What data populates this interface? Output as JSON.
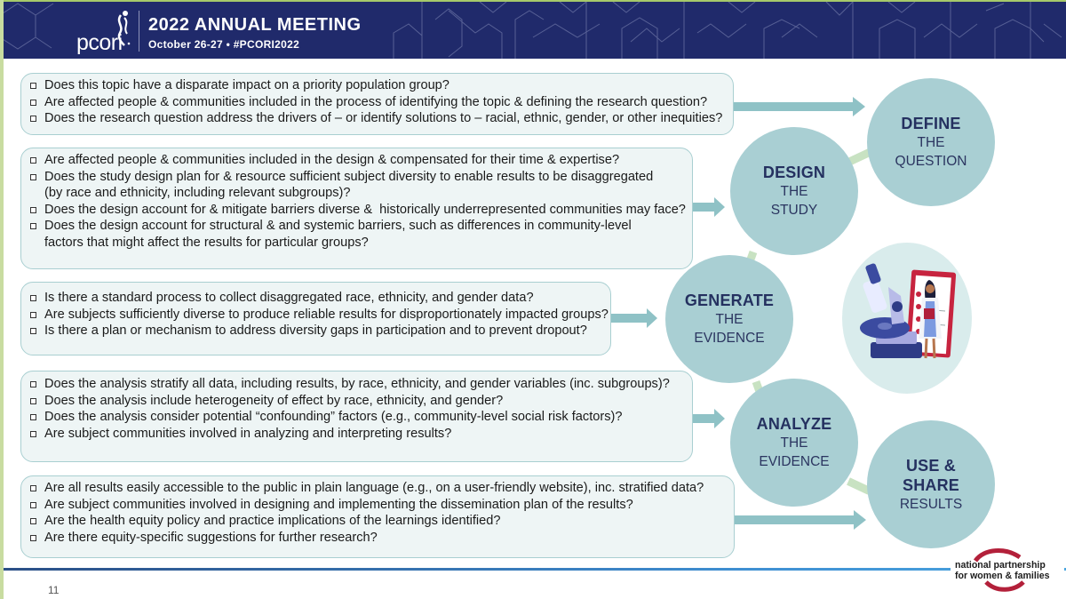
{
  "header": {
    "brand": "pcori",
    "title": "2022 ANNUAL MEETING",
    "subtitle": "October 26-27 • #PCORI2022",
    "bg_color": "#202a6b",
    "accent_color": "#a6c96a"
  },
  "sections": [
    {
      "stage": "define",
      "items": [
        "Does this topic have a disparate impact on a priority population group?",
        "Are affected people & communities included in the process of identifying the topic & defining the research question?",
        "Does the research question address the drivers of – or identify solutions to – racial, ethnic, gender, or other inequities?"
      ]
    },
    {
      "stage": "design",
      "items": [
        "Are affected people & communities included in the design & compensated for their time & expertise?",
        "Does the study design plan for & resource sufficient subject diversity to enable results to be disaggregated\n(by race and ethnicity, including relevant subgroups)?",
        "Does the design account for & mitigate barriers diverse &  historically underrepresented communities may face?",
        "Does the design account for structural & and systemic barriers, such as differences in community-level\nfactors that might affect the results for particular groups?"
      ]
    },
    {
      "stage": "generate",
      "items": [
        "Is there a standard process to collect disaggregated race, ethnicity, and gender data?",
        "Are subjects sufficiently diverse to produce reliable results for disproportionately impacted groups?",
        "Is there a plan or mechanism to address diversity gaps in participation and to prevent dropout?"
      ]
    },
    {
      "stage": "analyze",
      "items": [
        "Does the analysis stratify all data, including results, by race, ethnicity, and gender variables (inc. subgroups)?",
        "Does the analysis include heterogeneity of effect by race, ethnicity, and gender?",
        "Does the analysis consider potential “confounding” factors (e.g., community-level social risk factors)?",
        "Are subject communities involved in analyzing and interpreting results?"
      ]
    },
    {
      "stage": "share",
      "items": [
        "Are all results easily accessible to the public in plain language (e.g., on a user-friendly website), inc. stratified data?",
        "Are subject communities involved in designing and implementing the dissemination plan of the results?",
        "Are the health equity policy and practice implications of the learnings identified?",
        "Are there equity-specific suggestions for further research?"
      ]
    }
  ],
  "cycle": {
    "define": {
      "strong": "DEFINE",
      "line1": "THE",
      "line2": "QUESTION"
    },
    "design": {
      "strong": "DESIGN",
      "line1": "THE",
      "line2": "STUDY"
    },
    "generate": {
      "strong": "GENERATE",
      "line1": "THE",
      "line2": "EVIDENCE"
    },
    "analyze": {
      "strong": "ANALYZE",
      "line1": "THE",
      "line2": "EVIDENCE"
    },
    "share": {
      "strong1": "USE &",
      "strong2": "SHARE",
      "line1": "RESULTS"
    },
    "illustration": "scientist-microscope-clipboard",
    "circle_color": "#a9cfd3",
    "text_color": "#253160"
  },
  "footer": {
    "page_number": "11",
    "partner_line1": "national partnership",
    "partner_line2": "for women & families",
    "partner_accent": "#b3203a"
  }
}
